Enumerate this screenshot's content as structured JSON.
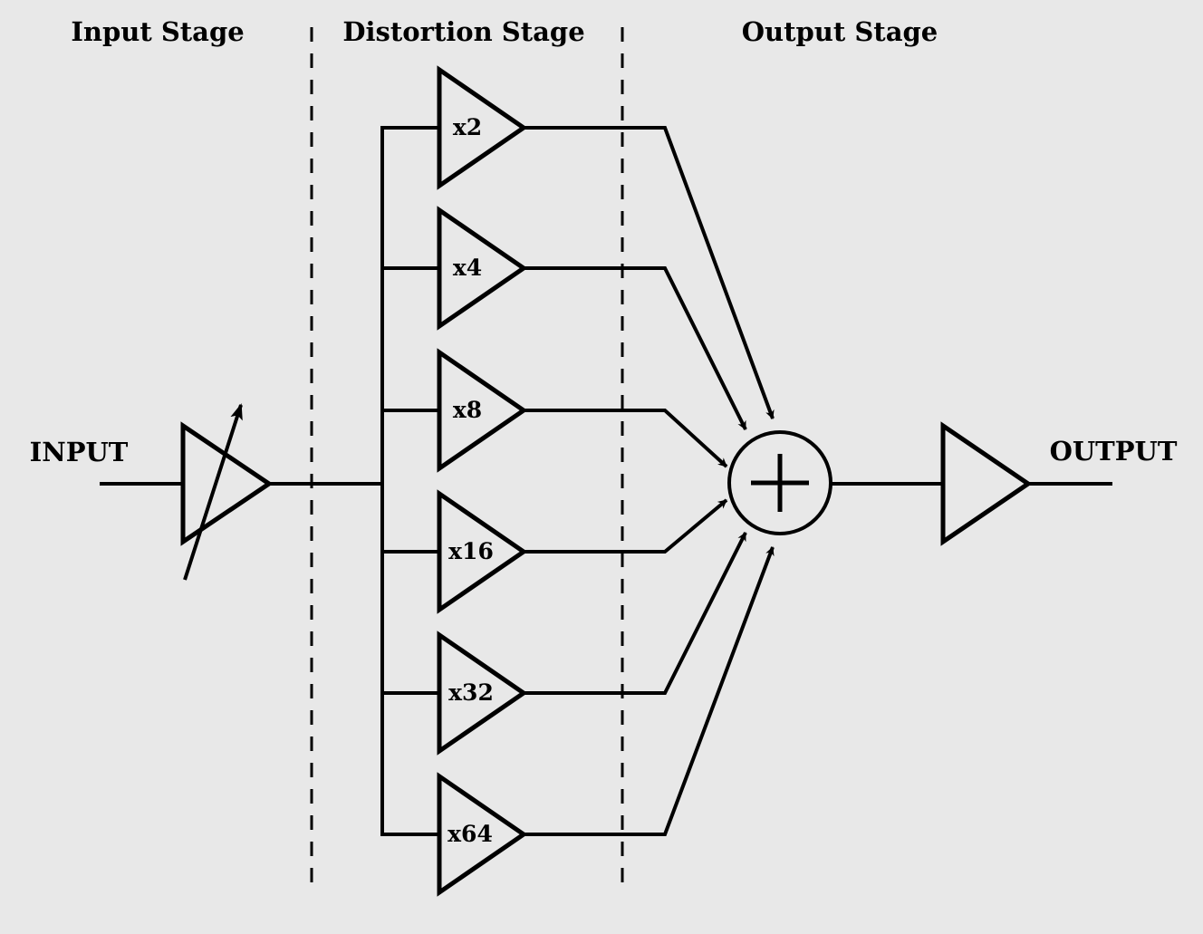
{
  "stages": [
    {
      "label": "Input Stage"
    },
    {
      "label": "Distortion Stage"
    },
    {
      "label": "Output Stage"
    }
  ],
  "io": {
    "input_label": "INPUT",
    "output_label": "OUTPUT"
  },
  "branches": [
    {
      "label": "x2"
    },
    {
      "label": "x4"
    },
    {
      "label": "x8"
    },
    {
      "label": "x16"
    },
    {
      "label": "x32"
    },
    {
      "label": "x64"
    }
  ],
  "colors": {
    "background": "#e8e8e8",
    "ink": "#000000"
  },
  "icons": {
    "variable_amp": "variable-gain-amplifier-icon",
    "summer": "summing-junction-icon",
    "output_amp": "output-amplifier-icon"
  }
}
